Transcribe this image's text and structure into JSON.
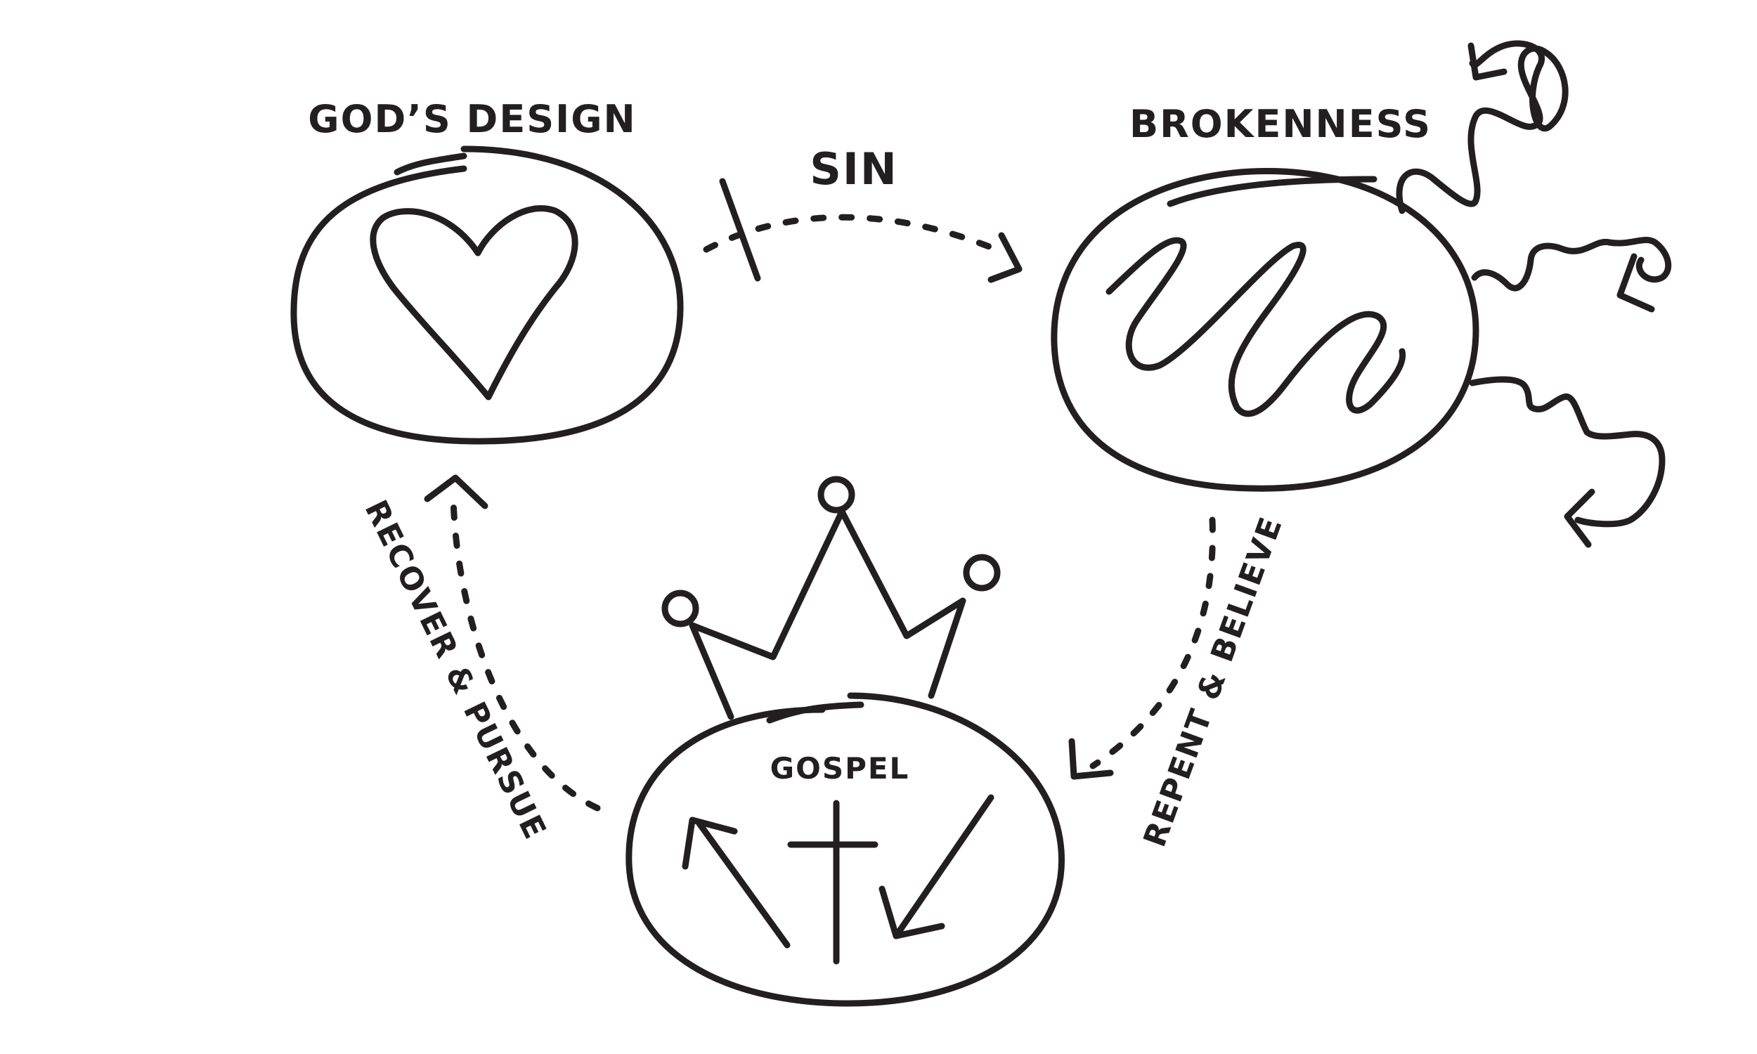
{
  "labels": {
    "gods_design": "GOD’S DESIGN",
    "brokenness": "BROKENNESS",
    "sin": "SIN",
    "gospel": "GOSPEL",
    "repent_believe": "REPENT & BELIEVE",
    "recover_pursue": "RECOVER & PURSUE"
  },
  "colors": {
    "ink": "#231f20",
    "background": "#ffffff"
  }
}
